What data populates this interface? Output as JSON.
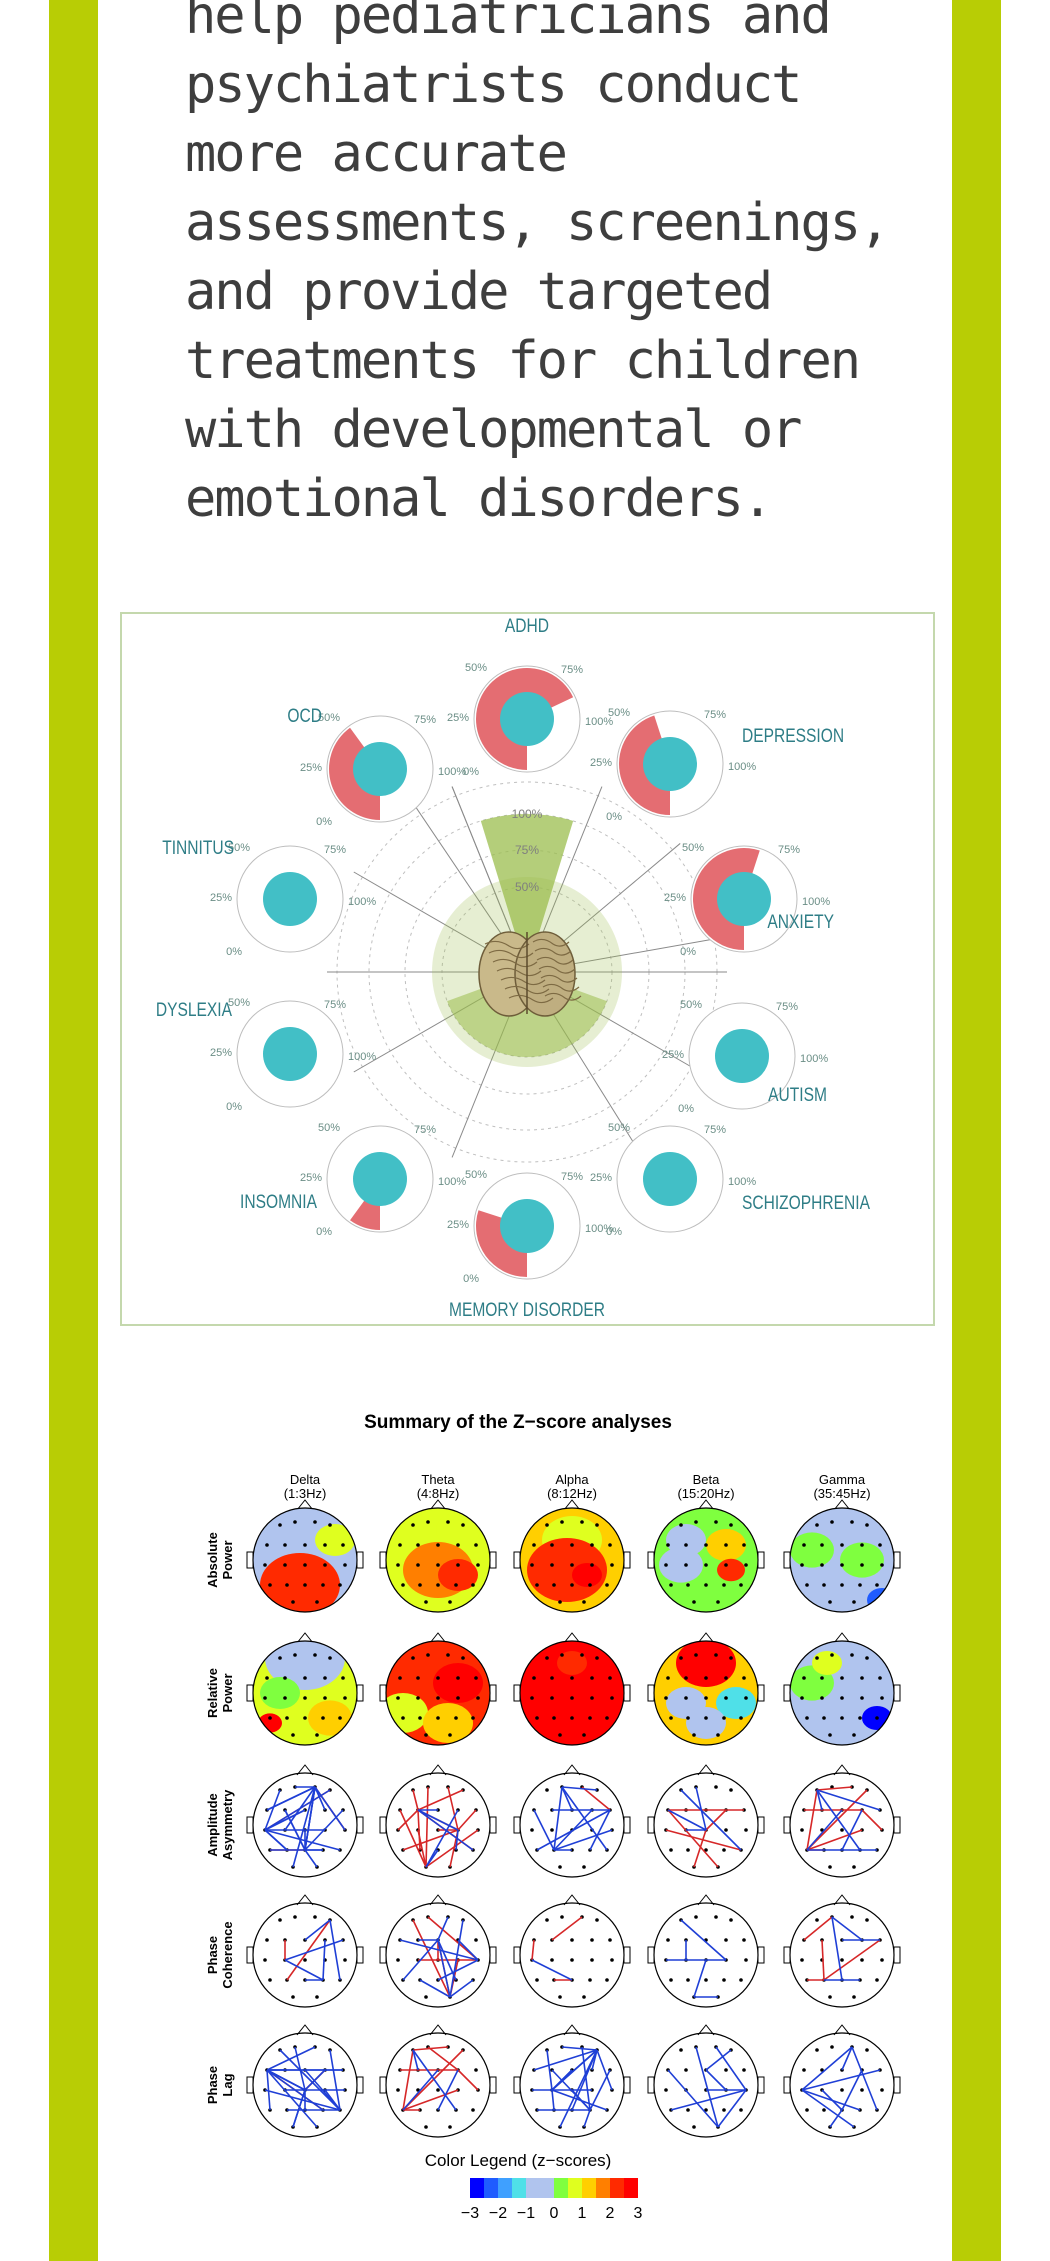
{
  "lead_text": "help pediatricians and\npsychiatrists conduct\nmore accurate\nassessments, screenings,\nand provide targeted\ntreatments for children\nwith developmental or\nemotional disorders.",
  "colors": {
    "band": "#b8cd05",
    "teal": "#42bfc6",
    "red_arc": "#e46d72",
    "label_text": "#2e7d86",
    "panel_border": "#c4d8ad",
    "wedge_green": "#9bbd4d"
  },
  "radar": {
    "center_scale": [
      "100%",
      "75%",
      "50%"
    ],
    "conditions": [
      {
        "name": "ADHD",
        "ticks": [
          "0%",
          "25%",
          "50%",
          "75%",
          "100%"
        ],
        "fill": 0.68
      },
      {
        "name": "DEPRESSION",
        "ticks": [
          "0%",
          "25%",
          "50%",
          "75%",
          "100%"
        ],
        "fill": 0.45
      },
      {
        "name": "ANXIETY",
        "ticks": [
          "0%",
          "25%",
          "50%",
          "75%",
          "100%"
        ],
        "fill": 0.55
      },
      {
        "name": "AUTISM",
        "ticks": [
          "0%",
          "25%",
          "50%",
          "75%",
          "100%"
        ],
        "fill": 0.0
      },
      {
        "name": "SCHIZOPHRENIA",
        "ticks": [
          "0%",
          "25%",
          "50%",
          "75%",
          "100%"
        ],
        "fill": 0.0
      },
      {
        "name": "MEMORY DISORDER",
        "ticks": [
          "0%",
          "25%",
          "50%",
          "75%",
          "100%"
        ],
        "fill": 0.3
      },
      {
        "name": "INSOMNIA",
        "ticks": [
          "0%",
          "25%",
          "50%",
          "75%",
          "100%"
        ],
        "fill": 0.1
      },
      {
        "name": "DYSLEXIA",
        "ticks": [
          "0%",
          "25%",
          "50%",
          "75%",
          "100%"
        ],
        "fill": 0.0
      },
      {
        "name": "TINNITUS",
        "ticks": [
          "0%",
          "25%",
          "50%",
          "75%",
          "100%"
        ],
        "fill": 0.0
      },
      {
        "name": "OCD",
        "ticks": [
          "0%",
          "25%",
          "50%",
          "75%",
          "100%"
        ],
        "fill": 0.4
      }
    ]
  },
  "zscore": {
    "title": "Summary of the Z−score analyses",
    "bands": [
      {
        "name": "Delta",
        "range": "(1:3Hz)"
      },
      {
        "name": "Theta",
        "range": "(4:8Hz)"
      },
      {
        "name": "Alpha",
        "range": "(8:12Hz)"
      },
      {
        "name": "Beta",
        "range": "(15:20Hz)"
      },
      {
        "name": "Gamma",
        "range": "(35:45Hz)"
      }
    ],
    "rows": [
      {
        "line1": "Absolute",
        "line2": "Power"
      },
      {
        "line1": "Relative",
        "line2": "Power"
      },
      {
        "line1": "Amplitude",
        "line2": "Asymmetry"
      },
      {
        "line1": "Phase",
        "line2": "Coherence"
      },
      {
        "line1": "Phase",
        "line2": "Lag"
      }
    ],
    "legend_title": "Color Legend (z−scores)",
    "legend_ticks": [
      "−3",
      "−2",
      "−1",
      "0",
      "1",
      "2",
      "3"
    ],
    "legend_colors": [
      "#0000ff",
      "#1f5cff",
      "#3fa0ff",
      "#4fe0e8",
      "#b0c4ee",
      "#b0c4ee",
      "#7fff3f",
      "#dfff1f",
      "#ffcf00",
      "#ff7f00",
      "#ff2a00",
      "#ff0000"
    ]
  }
}
